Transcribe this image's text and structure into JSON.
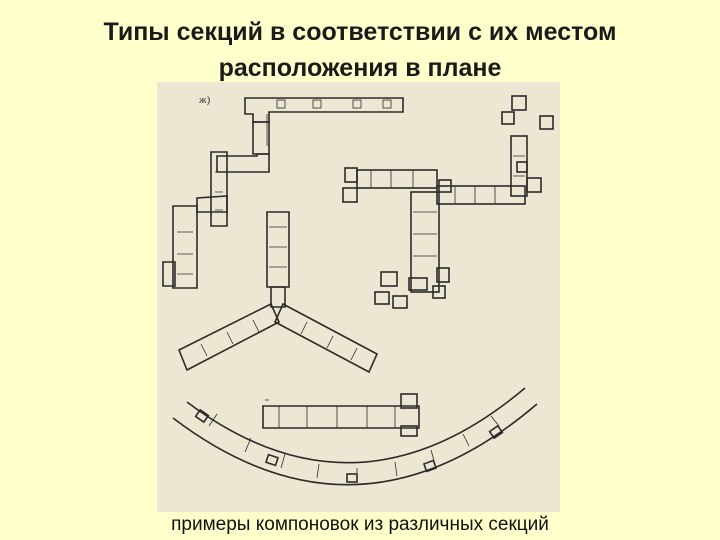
{
  "slide": {
    "title_line1": "Типы секций в соответствии с их местом",
    "title_line2": "расположения в плане",
    "caption": "примеры компоновок из различных секций",
    "figure_mark": "ж)"
  },
  "colors": {
    "background": "#ffffcc",
    "plan_paper": "#ece6d2",
    "ink": "#2b2b2b"
  }
}
